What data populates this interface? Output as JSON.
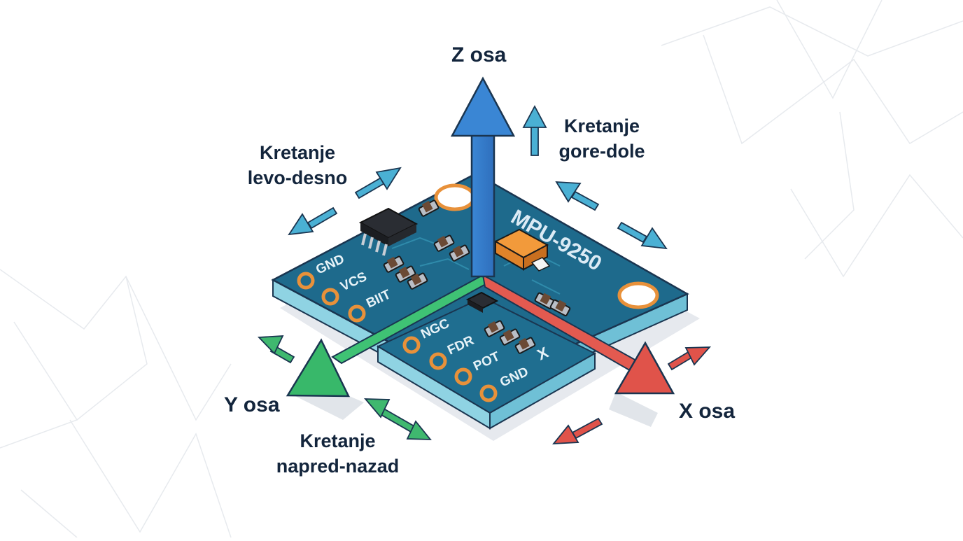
{
  "axes": {
    "z": {
      "label": "Z osa",
      "color": "#3f8fd8"
    },
    "x": {
      "label": "X osa",
      "color": "#e0534a"
    },
    "y": {
      "label": "Y osa",
      "color": "#36b86a"
    }
  },
  "motions": {
    "left_right": {
      "line1": "Kretanje",
      "line2": "levo-desno",
      "color": "#3da7cf"
    },
    "up_down": {
      "line1": "Kretanje",
      "line2": "gore-dole",
      "color": "#3da7cf"
    },
    "forward_back": {
      "line1": "Kretanje",
      "line2": "napred-nazad",
      "color": "#3fb86f"
    }
  },
  "board": {
    "name": "MPU-9250",
    "pins_left": [
      "GND",
      "VCS",
      "BIIT"
    ],
    "pins_front": [
      "NGC",
      "FDR",
      "POT",
      "GND"
    ],
    "axis_mark": "X",
    "color_top": "#1e6a8c",
    "color_edge": "#8fd3e3",
    "pad_color": "#e8913a"
  }
}
